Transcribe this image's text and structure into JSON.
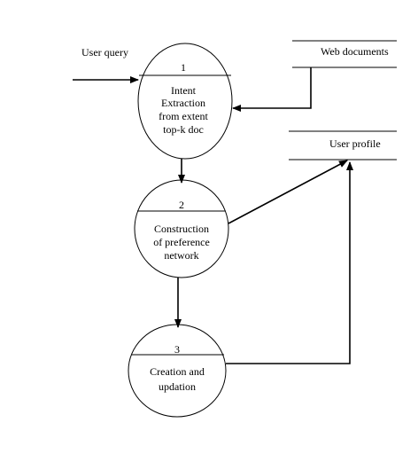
{
  "diagram": {
    "processes": [
      {
        "number": "1",
        "lines": [
          "Intent",
          "Extraction",
          "from extent",
          "top-k doc"
        ]
      },
      {
        "number": "2",
        "lines": [
          "Construction",
          "of preference",
          "network"
        ]
      },
      {
        "number": "3",
        "lines": [
          "Creation and",
          "updation"
        ]
      }
    ],
    "data_stores": [
      {
        "label": "Web documents"
      },
      {
        "label": "User profile"
      }
    ],
    "external_input": {
      "label": "User query"
    }
  }
}
